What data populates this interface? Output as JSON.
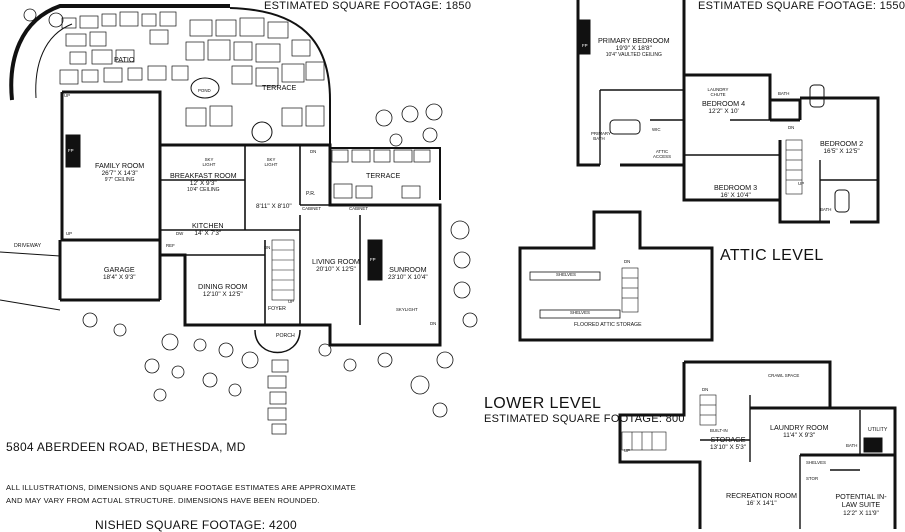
{
  "headers": {
    "main_sqft": "ESTIMATED SQUARE FOOTAGE: 1850",
    "upper_sqft": "ESTIMATED SQUARE FOOTAGE: 1550",
    "attic_title": "ATTIC LEVEL",
    "lower_title": "LOWER LEVEL",
    "lower_sqft": "ESTIMATED SQUARE FOOTAGE: 800"
  },
  "address": "5804 ABERDEEN ROAD, BETHESDA, MD",
  "disclaimer": {
    "line1": "ALL ILLUSTRATIONS, DIMENSIONS AND SQUARE FOOTAGE ESTIMATES ARE APPROXIMATE",
    "line2": "AND MAY VARY FROM ACTUAL STRUCTURE. DIMENSIONS HAVE BEEN ROUNDED."
  },
  "finished_total": "NISHED SQUARE FOOTAGE: 4200",
  "main_level": {
    "patio": "PATIO",
    "pond": "POND",
    "terrace_left": "TERRACE",
    "terrace_right": "TERRACE",
    "family_room": {
      "name": "FAMILY ROOM",
      "dims": "26'7\" X 14'3\"",
      "note": "9'7\" CEILING"
    },
    "breakfast_room": {
      "name": "BREAKFAST ROOM",
      "dims": "12' X 9'3\"",
      "note": "10'4\" CEILING"
    },
    "sky_light_1": "SKY LIGHT",
    "sky_light_2": "SKY LIGHT",
    "kitchen": {
      "name": "KITCHEN",
      "dims": "14' X 7'3\""
    },
    "hall": {
      "dims": "8'11\" X 8'10\""
    },
    "powder": "P.R.",
    "cabinet_1": "CABINET",
    "cabinet_2": "CABINET",
    "driveway": "DRIVEWAY",
    "garage": {
      "name": "GARAGE",
      "dims": "18'4\" X 9'3\""
    },
    "dining_room": {
      "name": "DINING ROOM",
      "dims": "12'10\" X 12'5\""
    },
    "living_room": {
      "name": "LIVING ROOM",
      "dims": "20'10\" X 12'5\""
    },
    "sunroom": {
      "name": "SUNROOM",
      "dims": "23'10\" X 10'4\""
    },
    "skylight": "SKYLIGHT",
    "foyer": "FOYER",
    "porch": "PORCH",
    "dn_1": "DN",
    "dn_2": "DN",
    "dn_3": "DN",
    "up_1": "UP",
    "up_2": "UP",
    "up_3": "UP",
    "fp_1": "FP",
    "fp_2": "FP",
    "dw": "DW",
    "ref": "REF"
  },
  "upper_level": {
    "primary_bedroom": {
      "name": "PRIMARY BEDROOM",
      "dims": "19'9\" X 18'8\"",
      "note": "10'4\" VAULTED CEILING"
    },
    "bedroom4": {
      "name": "BEDROOM 4",
      "dims": "12'2\" X 10'"
    },
    "bedroom2": {
      "name": "BEDROOM 2",
      "dims": "16'5\" X 12'5\""
    },
    "bedroom3": {
      "name": "BEDROOM 3",
      "dims": "16' X 10'4\""
    },
    "primary_bath": "PRIMARY BATH",
    "bath_1": "BATH",
    "bath_2": "BATH",
    "laundry_chute": "LAUNDRY CHUTE",
    "attic_access": "ATTIC ACCESS",
    "wic": "WIC",
    "fp": "FP",
    "dn": "DN",
    "up": "UP"
  },
  "attic": {
    "shelves_1": "SHELVES",
    "shelves_2": "SHELVES",
    "floored_storage": "FLOORED ATTIC STORAGE",
    "dn": "DN"
  },
  "lower_level": {
    "crawl_space": "CRAWL SPACE",
    "storage": {
      "name": "STORAGE",
      "dims": "13'10\" X 5'3\""
    },
    "built_in": "BUILT-IN",
    "laundry_room": {
      "name": "LAUNDRY ROOM",
      "dims": "11'4\" X 9'3\""
    },
    "utility": "UTILITY",
    "shelves": "SHELVES",
    "bath": "BATH",
    "stor": "STOR",
    "recreation_room": {
      "name": "RECREATION ROOM",
      "dims": "16' X 14'1\""
    },
    "in_law_suite": {
      "name": "POTENTIAL IN-LAW SUITE",
      "dims": "12'2\" X 11'9\""
    },
    "up": "UP",
    "dn": "DN"
  }
}
